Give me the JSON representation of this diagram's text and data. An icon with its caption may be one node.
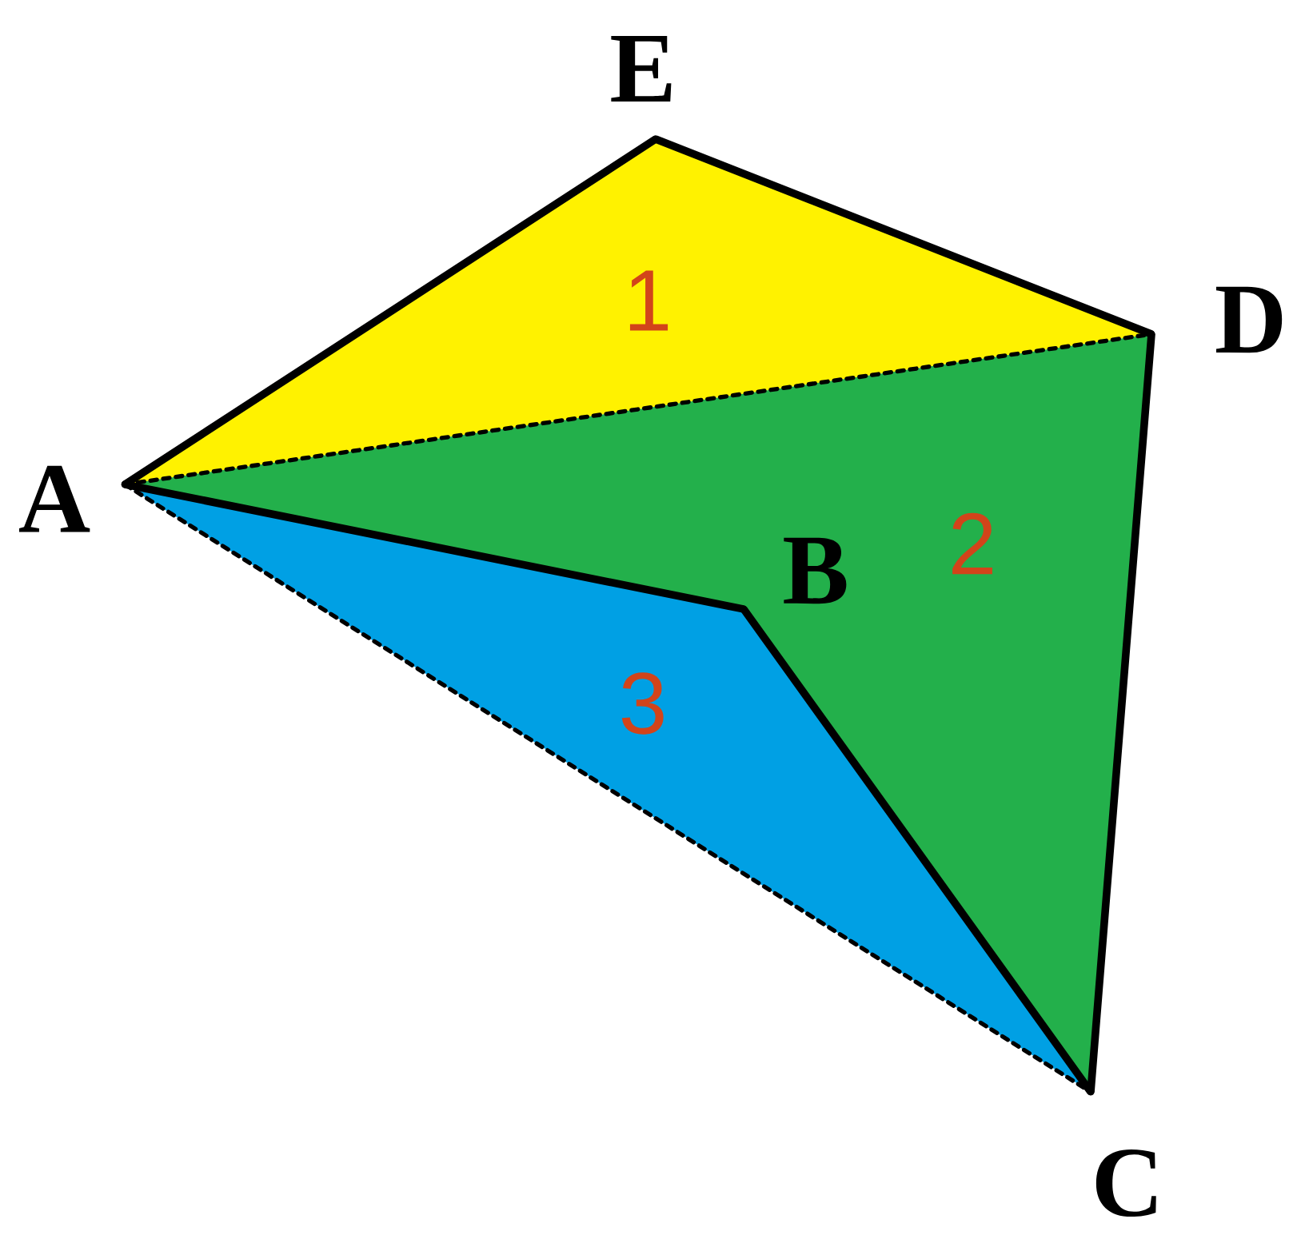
{
  "diagram": {
    "nodes": [
      {
        "text": [
          "E"
        ]
      },
      {
        "text": [
          "D"
        ]
      },
      {
        "text": [
          "A"
        ]
      },
      {
        "text": [
          "B"
        ]
      },
      {
        "text": [
          "C"
        ]
      }
    ],
    "edges": [
      {
        "from": 2,
        "to": 0,
        "arrow": "none"
      },
      {
        "from": 0,
        "to": 1,
        "arrow": "none"
      },
      {
        "from": 2,
        "to": 1,
        "arrow": "none",
        "style": "dashed"
      },
      {
        "from": 2,
        "to": 3,
        "arrow": "none"
      },
      {
        "from": 3,
        "to": 4,
        "arrow": "none"
      },
      {
        "from": 1,
        "to": 4,
        "arrow": "none"
      },
      {
        "from": 2,
        "to": 4,
        "arrow": "none",
        "style": "dashed"
      }
    ],
    "labels": [
      "1",
      "2",
      "3"
    ]
  }
}
